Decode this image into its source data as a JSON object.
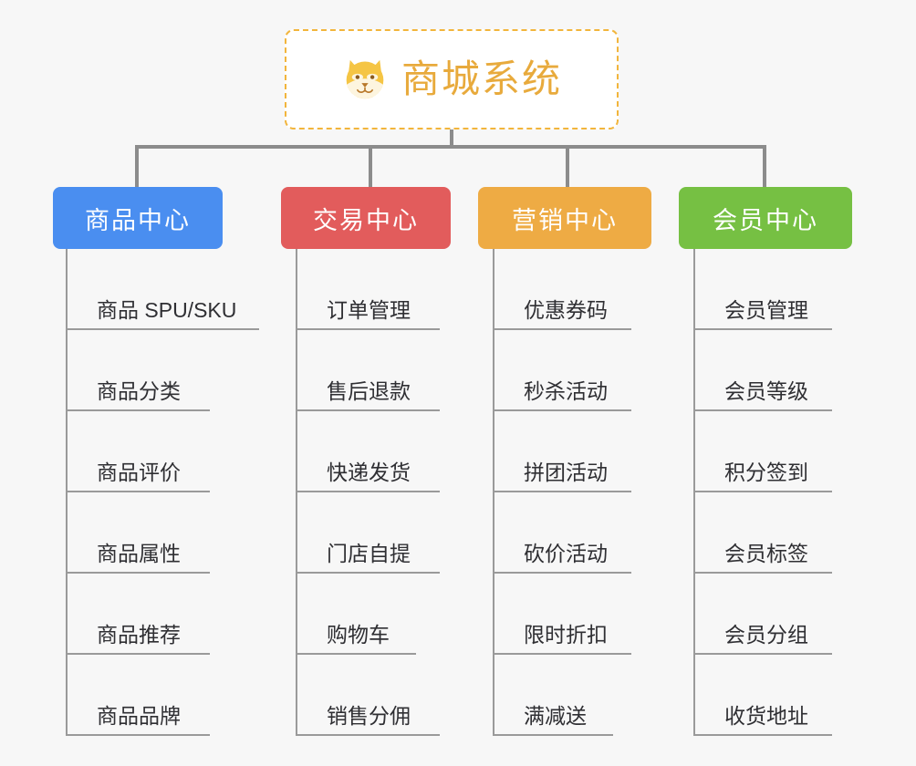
{
  "background_color": "#f7f7f7",
  "root": {
    "icon": "shiba-dog-emoji",
    "title": "商城系统",
    "title_color": "#e8aa3c",
    "border_color": "#f2b53c",
    "background_color": "#ffffff"
  },
  "connector_color": "#8c8c8c",
  "columns": [
    {
      "header": "商品中心",
      "color": "#4a8ef0",
      "items": [
        "商品 SPU/SKU",
        "商品分类",
        "商品评价",
        "商品属性",
        "商品推荐",
        "商品品牌"
      ]
    },
    {
      "header": "交易中心",
      "color": "#e25c5c",
      "items": [
        "订单管理",
        "售后退款",
        "快递发货",
        "门店自提",
        "购物车",
        "销售分佣"
      ]
    },
    {
      "header": "营销中心",
      "color": "#eeab44",
      "items": [
        "优惠券码",
        "秒杀活动",
        "拼团活动",
        "砍价活动",
        "限时折扣",
        "满减送"
      ]
    },
    {
      "header": "会员中心",
      "color": "#76c043",
      "items": [
        "会员管理",
        "会员等级",
        "积分签到",
        "会员标签",
        "会员分组",
        "收货地址"
      ]
    }
  ]
}
